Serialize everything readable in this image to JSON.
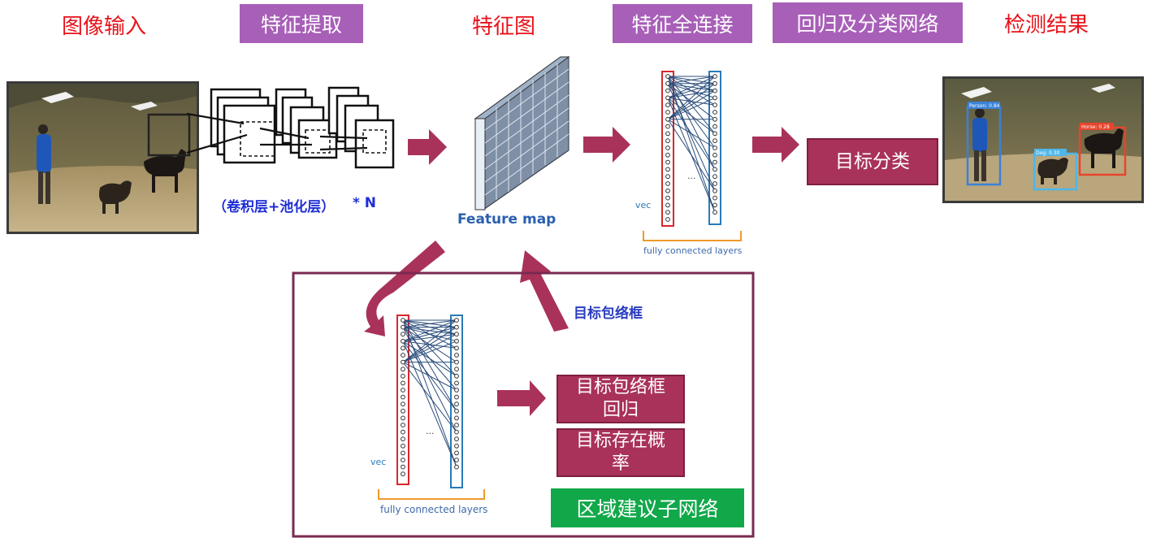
{
  "headers": {
    "image_input": "图像输入",
    "feature_extract": "特征提取",
    "feature_map": "特征图",
    "feature_fc": "特征全连接",
    "regression_cls_net": "回归及分类网络",
    "detection_result": "检测结果"
  },
  "conv_caption": "（卷积层+池化层）",
  "conv_repeat": "* N",
  "feature_map_label": "Feature map",
  "fc_vec_label": "vec",
  "fc_caption": "fully connected layers",
  "fc_dots": "...",
  "target_cls": "目标分类",
  "bbox_label": "目标包络框",
  "rpn": {
    "bbox_regression": "目标包络框\n回归",
    "objectness": "目标存在概\n率",
    "title": "区域建议子网络"
  },
  "detections": [
    {
      "label": "Person: 0.84",
      "color": "#3a82d6"
    },
    {
      "label": "Horse: 0.28",
      "color": "#e8442c"
    },
    {
      "label": "Dog: 0.30",
      "color": "#4fb6e8"
    }
  ],
  "colors": {
    "title_red": "#e8121a",
    "purple": "#a85fb8",
    "crimson": "#a9325a",
    "green": "#11a84a",
    "blue_text": "#1f2fd6",
    "fc_red": "#d9262e",
    "fc_blue": "#2a7ab8"
  }
}
